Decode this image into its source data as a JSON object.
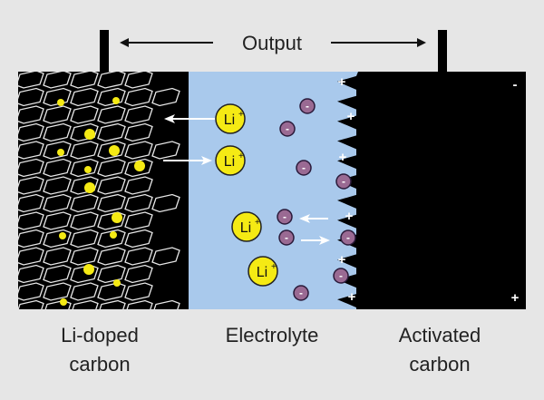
{
  "output_label": "Output",
  "ion_label": "Li",
  "ion_charge": "+",
  "anion_charge": "-",
  "electrode_charges": {
    "negative": "-",
    "positive": "+"
  },
  "labels": {
    "left": [
      "Li-doped",
      "carbon"
    ],
    "middle": "Electrolyte",
    "right": [
      "Activated",
      "carbon"
    ]
  },
  "colors": {
    "background": "#e6e6e6",
    "electrode": "#000000",
    "electrolyte": "#a9c9ec",
    "lithium": "#f5ea14",
    "anion": "#9a6a93"
  }
}
